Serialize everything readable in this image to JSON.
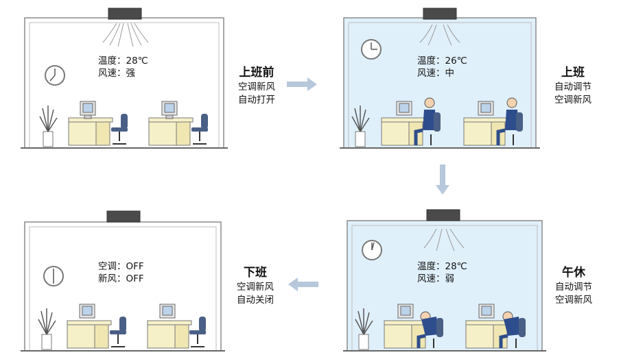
{
  "colors": {
    "room_bg_on": "#e0f0fb",
    "room_bg_off": "#ffffff",
    "outline": "#8a8a8a",
    "arrow": "#b7c7dc",
    "furniture": "#f6f0c8",
    "person": "#2e4d8c",
    "chair": "#4a5f86"
  },
  "panels": [
    {
      "id": "before-work",
      "readout": [
        "温度：28℃",
        "风速：强"
      ],
      "title": "上班前",
      "lines": [
        "空调新风",
        "自动打开"
      ]
    },
    {
      "id": "at-work",
      "readout": [
        "温度：26℃",
        "风速：中"
      ],
      "title": "上班",
      "lines": [
        "自动调节",
        "空调新风"
      ]
    },
    {
      "id": "after-work",
      "readout": [
        "空调：OFF",
        "新风：OFF"
      ],
      "title": "下班",
      "lines": [
        "空调新风",
        "自动关闭"
      ]
    },
    {
      "id": "lunch-break",
      "readout": [
        "温度：28℃",
        "风速：弱"
      ],
      "title": "午休",
      "lines": [
        "自动调节",
        "空调新风"
      ]
    }
  ]
}
